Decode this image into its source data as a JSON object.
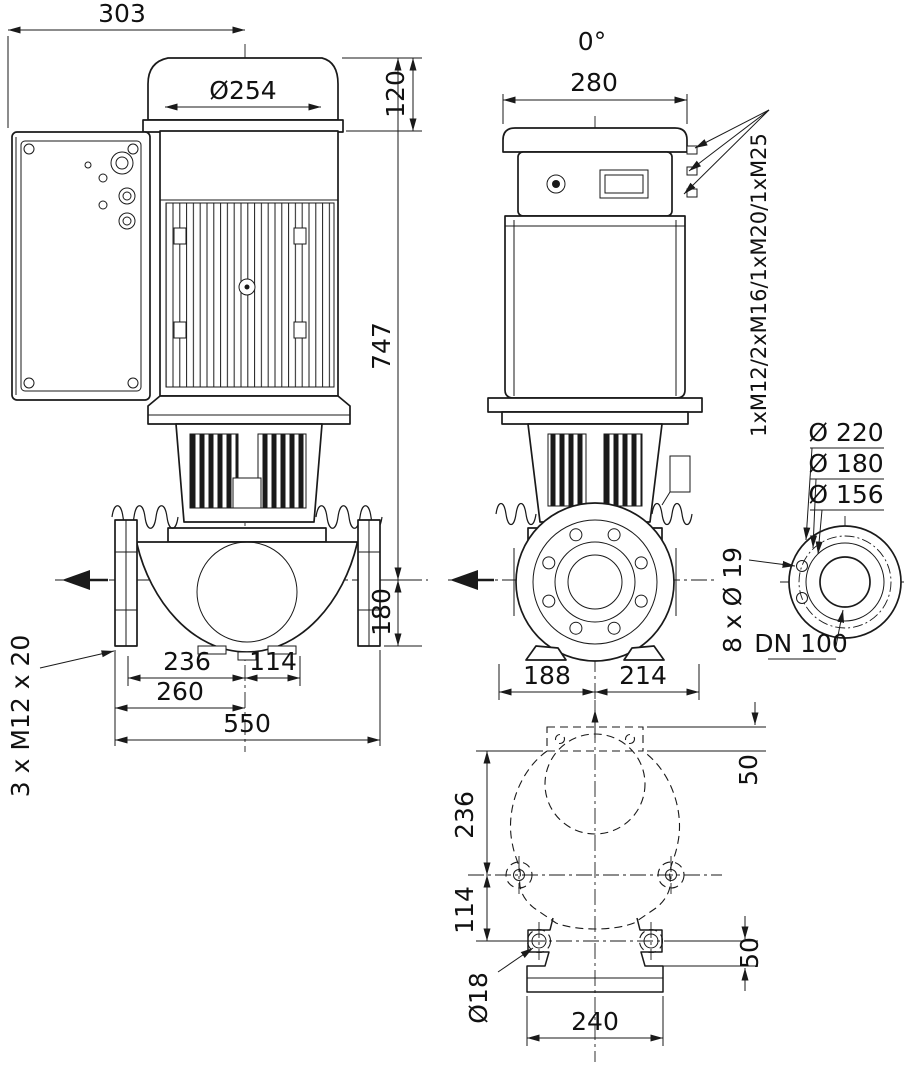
{
  "style": {
    "background": "#ffffff",
    "line_color": "#1a1a1a"
  },
  "side_view": {
    "dims": {
      "width_top": "303",
      "motor_diameter": "Ø254",
      "cap_height": "120",
      "height_above_axis": "747",
      "height_below_axis": "180",
      "foot_front_spacing": "236",
      "foot_rear_spacing": "114",
      "flange_to_center": "260",
      "total_length": "550"
    },
    "labels": {
      "foot_bolts": "3 x M12 x 20"
    }
  },
  "front_view": {
    "labels": {
      "module_angle": "0°",
      "cable_glands": "1xM12/2xM16/1xM20/1xM25"
    },
    "dims": {
      "width": "280",
      "left_of_center": "188",
      "right_of_center": "214"
    }
  },
  "flange_view": {
    "dims": {
      "outer_diameter": "Ø 220",
      "bolt_circle": "Ø 180",
      "raised_face": "Ø 156"
    },
    "labels": {
      "bolt_holes": "8 x Ø 19",
      "nominal": "DN 100"
    }
  },
  "plan_view": {
    "dims": {
      "flange_depth": "50",
      "flange_to_mid_holes": "236",
      "mid_to_rear_holes": "114",
      "rear_hole_offset": "50",
      "hole_diameter": "Ø18",
      "base_width": "240"
    }
  }
}
